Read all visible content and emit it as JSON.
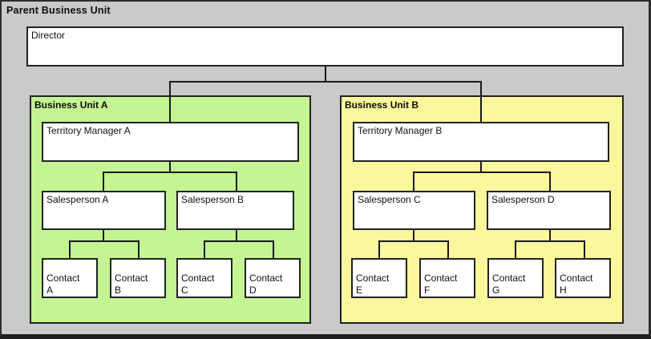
{
  "diagram": {
    "type": "org-chart",
    "title": "Parent Business Unit",
    "colors": {
      "canvas_fill": "#cacaca",
      "unit_a_fill": "#c5f493",
      "unit_b_fill": "#fbf79d",
      "node_fill": "#ffffff",
      "border": "#222222",
      "connector": "#1a1a1a"
    },
    "units": [
      {
        "label": "Business Unit A"
      },
      {
        "label": "Business Unit B"
      }
    ],
    "nodes": {
      "director": {
        "label": "Director"
      },
      "tm_a": {
        "label": "Territory Manager A"
      },
      "tm_b": {
        "label": "Territory Manager B"
      },
      "sp_a": {
        "label": "Salesperson A"
      },
      "sp_b": {
        "label": "Salesperson B"
      },
      "sp_c": {
        "label": "Salesperson C"
      },
      "sp_d": {
        "label": "Salesperson D"
      },
      "c_a": {
        "label": "Contact\nA"
      },
      "c_b": {
        "label": "Contact\nB"
      },
      "c_c": {
        "label": "Contact\nC"
      },
      "c_d": {
        "label": "Contact\nD"
      },
      "c_e": {
        "label": "Contact\nE"
      },
      "c_f": {
        "label": "Contact\nF"
      },
      "c_g": {
        "label": "Contact\nG"
      },
      "c_h": {
        "label": "Contact\nH"
      }
    },
    "edges": [
      {
        "from": "Director",
        "to": "Territory Manager A"
      },
      {
        "from": "Director",
        "to": "Territory Manager B"
      },
      {
        "from": "Territory Manager A",
        "to": "Salesperson A"
      },
      {
        "from": "Territory Manager A",
        "to": "Salesperson B"
      },
      {
        "from": "Territory Manager B",
        "to": "Salesperson C"
      },
      {
        "from": "Territory Manager B",
        "to": "Salesperson D"
      },
      {
        "from": "Salesperson A",
        "to": "Contact A"
      },
      {
        "from": "Salesperson A",
        "to": "Contact B"
      },
      {
        "from": "Salesperson B",
        "to": "Contact C"
      },
      {
        "from": "Salesperson B",
        "to": "Contact D"
      },
      {
        "from": "Salesperson C",
        "to": "Contact E"
      },
      {
        "from": "Salesperson C",
        "to": "Contact F"
      },
      {
        "from": "Salesperson D",
        "to": "Contact G"
      },
      {
        "from": "Salesperson D",
        "to": "Contact H"
      }
    ]
  }
}
